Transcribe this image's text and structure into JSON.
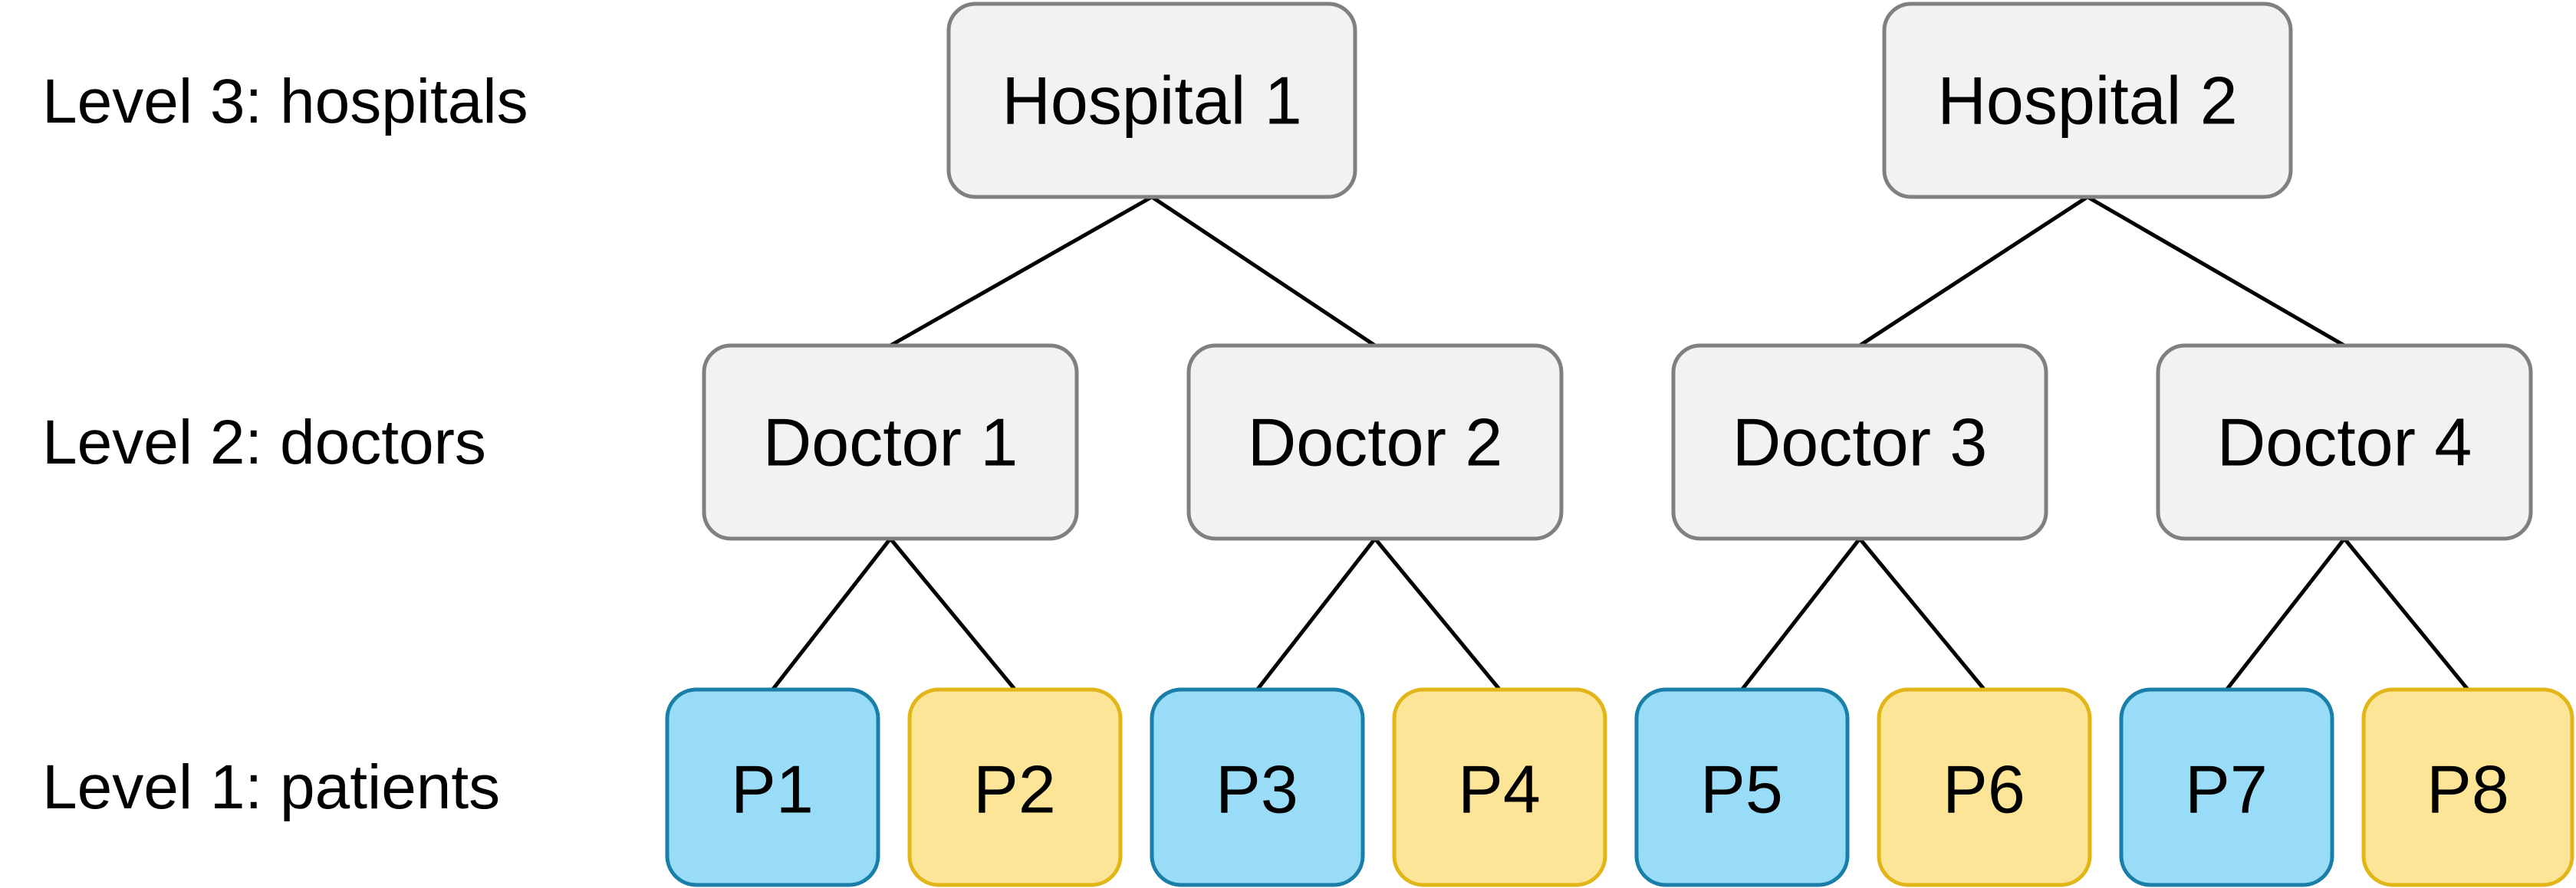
{
  "levels": {
    "level3": "Level 3: hospitals",
    "level2": "Level 2: doctors",
    "level1": "Level 1: patients"
  },
  "hospitals": [
    {
      "label": "Hospital 1"
    },
    {
      "label": "Hospital 2"
    }
  ],
  "doctors": [
    {
      "label": "Doctor 1",
      "hospital": 0
    },
    {
      "label": "Doctor 2",
      "hospital": 0
    },
    {
      "label": "Doctor 3",
      "hospital": 1
    },
    {
      "label": "Doctor 4",
      "hospital": 1
    }
  ],
  "patients": [
    {
      "label": "P1",
      "doctor": 0,
      "group": "blue"
    },
    {
      "label": "P2",
      "doctor": 0,
      "group": "yellow"
    },
    {
      "label": "P3",
      "doctor": 1,
      "group": "blue"
    },
    {
      "label": "P4",
      "doctor": 1,
      "group": "yellow"
    },
    {
      "label": "P5",
      "doctor": 2,
      "group": "blue"
    },
    {
      "label": "P6",
      "doctor": 2,
      "group": "yellow"
    },
    {
      "label": "P7",
      "doctor": 3,
      "group": "blue"
    },
    {
      "label": "P8",
      "doctor": 3,
      "group": "yellow"
    }
  ],
  "colors": {
    "gray_fill": "#f2f2f2",
    "gray_stroke": "#808080",
    "blue_fill": "#99dcf7",
    "blue_stroke": "#1a7fa8",
    "yellow_fill": "#fde597",
    "yellow_stroke": "#e2b519"
  }
}
